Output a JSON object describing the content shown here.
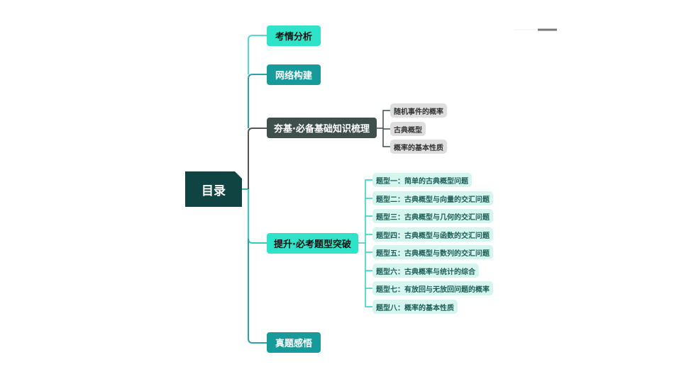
{
  "root": {
    "label": "目录"
  },
  "branches": [
    {
      "label": "考情分析"
    },
    {
      "label": "网络构建"
    },
    {
      "label": "夯基·必备基础知识梳理",
      "children": [
        "随机事件的概率",
        "古典概型",
        "概率的基本性质"
      ]
    },
    {
      "label": "提升·必考题型突破",
      "children": [
        "题型一：简单的古典概型问题",
        "题型二：古典概型与向量的交汇问题",
        "题型三：古典概型与几何的交汇问题",
        "题型四：古典概型与函数的交汇问题",
        "题型五：古典概型与数列的交汇问题",
        "题型六：古典概率与统计的综合",
        "题型七：有放回与无放回问题的概率",
        "题型八：概率的基本性质"
      ]
    },
    {
      "label": "真题感悟"
    }
  ],
  "colors": {
    "root": "#0f4443",
    "cyan": "#2ee3c8",
    "teal": "#169a9a",
    "dark": "#3f4f4c"
  }
}
